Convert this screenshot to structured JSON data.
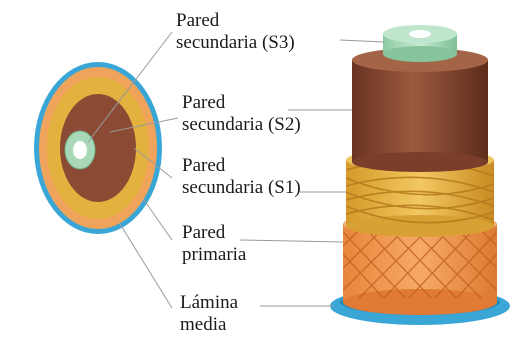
{
  "labels": {
    "s3": [
      "Pared",
      "secundaria (S3)"
    ],
    "s2": [
      "Pared",
      "secundaria (S2)"
    ],
    "s1": [
      "Pared",
      "secundaria (S1)"
    ],
    "primary": [
      "Pared",
      "primaria"
    ],
    "middle_lamella": [
      "Lámina",
      "media"
    ]
  },
  "colors": {
    "middle_lamella": "#3aa6d6",
    "primary_wall": "#f0a35a",
    "s1": "#e3b13e",
    "s2": "#8b4a34",
    "s3": "#a8d8b8",
    "lumen": "#ffffff",
    "leader": "#9a9a9a"
  }
}
